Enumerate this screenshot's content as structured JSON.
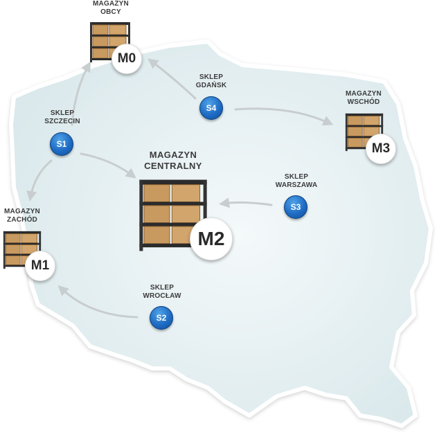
{
  "colors": {
    "map_fill": "#e3eef0",
    "map_stroke": "#ffffff",
    "arrow": "#c8cdcf",
    "store_blue": "#1f6cc4",
    "box_brown": "#c99a5f"
  },
  "stores": [
    {
      "id": "S1",
      "line1": "SKLEP",
      "line2": "SZCZECIN"
    },
    {
      "id": "S2",
      "line1": "SKLEP",
      "line2": "WROCŁAW"
    },
    {
      "id": "S3",
      "line1": "SKLEP",
      "line2": "WARSZAWA"
    },
    {
      "id": "S4",
      "line1": "SKLEP",
      "line2": "GDAŃSK"
    }
  ],
  "warehouses": [
    {
      "id": "M0",
      "line1": "MAGAZYN",
      "line2": "OBCY"
    },
    {
      "id": "M1",
      "line1": "MAGAZYN",
      "line2": "ZACHÓD"
    },
    {
      "id": "M2",
      "line1": "MAGAZYN",
      "line2": "CENTRALNY"
    },
    {
      "id": "M3",
      "line1": "MAGAZYN",
      "line2": "WSCHÓD"
    }
  ],
  "connections": [
    {
      "from": "S1",
      "to": "M0"
    },
    {
      "from": "S1",
      "to": "M1"
    },
    {
      "from": "S1",
      "to": "M2"
    },
    {
      "from": "S4",
      "to": "M0"
    },
    {
      "from": "S4",
      "to": "M3"
    },
    {
      "from": "S3",
      "to": "M2"
    },
    {
      "from": "S2",
      "to": "M1"
    }
  ]
}
